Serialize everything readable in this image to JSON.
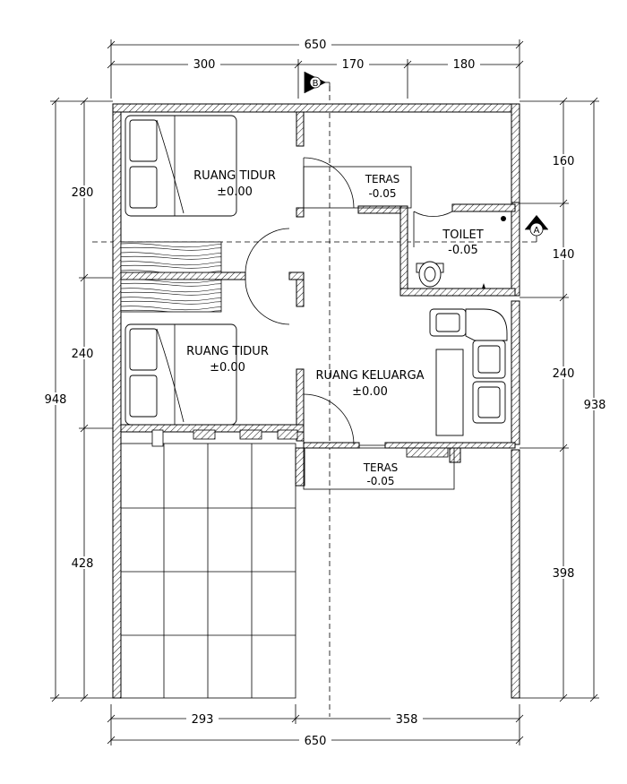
{
  "dimensions": {
    "top_total": "650",
    "top_segments": [
      "300",
      "170",
      "180"
    ],
    "bottom_segments": [
      "293",
      "358"
    ],
    "bottom_total": "650",
    "left_segments": [
      "280",
      "240",
      "428"
    ],
    "left_total": "948",
    "right_segments": [
      "160",
      "140",
      "240",
      "398"
    ],
    "right_total": "938"
  },
  "rooms": {
    "bedroom_1": {
      "name": "RUANG TIDUR",
      "level": "±0.00"
    },
    "bedroom_2": {
      "name": "RUANG TIDUR",
      "level": "±0.00"
    },
    "terrace_top": {
      "name": "TERAS",
      "level": "-0.05"
    },
    "toilet": {
      "name": "TOILET",
      "level": "-0.05"
    },
    "family_room": {
      "name": "RUANG KELUARGA",
      "level": "±0.00"
    },
    "terrace_bottom": {
      "name": "TERAS",
      "level": "-0.05"
    }
  },
  "section_markers": {
    "section_a": "A",
    "section_b": "B"
  }
}
